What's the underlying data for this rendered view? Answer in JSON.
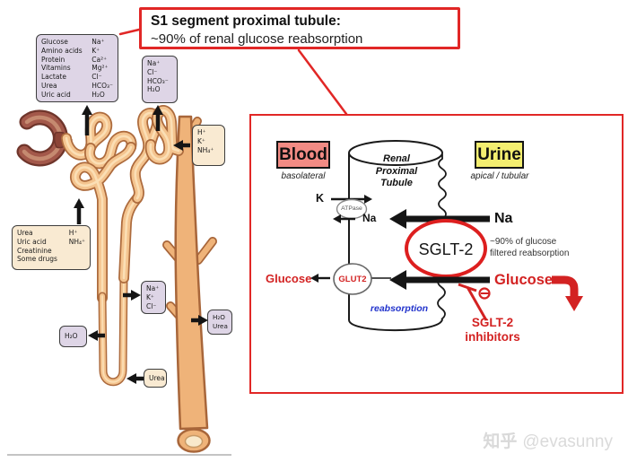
{
  "colors": {
    "accent_red": "#e12726",
    "blood_pink": "#f28b84",
    "urine_yellow": "#f3ee70",
    "box_purple": "#ded5e6",
    "box_tan": "#f9ead2",
    "tubule_tan": "#f4c48f",
    "reabsorption_blue": "#2233cc",
    "watermark_gray": "#d9d9d9"
  },
  "title_box": {
    "line1": "S1 segment proximal tubule:",
    "line2": "~90% of renal glucose reabsorption"
  },
  "nephron": {
    "box_pct": {
      "left": [
        "Glucose",
        "Amino acids",
        "Protein",
        "Vitamins",
        "Lactate",
        "Urea",
        "Uric acid"
      ],
      "right": [
        "Na⁺",
        "K⁺",
        "Ca²⁺",
        "Mg²⁺",
        "Cl⁻",
        "HCO₃⁻",
        "H₂O"
      ]
    },
    "box_na_cl": {
      "lines": [
        "Na⁺",
        "Cl⁻",
        "HCO₃⁻",
        "H₂O"
      ]
    },
    "box_h_k_nh4": {
      "lines": [
        "H⁺",
        "K⁺",
        "NH₄⁺"
      ]
    },
    "box_secretion": {
      "left": [
        "Urea",
        "Uric acid",
        "Creatinine",
        "Some drugs"
      ],
      "right": [
        "H⁺",
        "NH₄⁺"
      ]
    },
    "box_na_k_cl": {
      "lines": [
        "Na⁺",
        "K⁺",
        "Cl⁻"
      ]
    },
    "box_h2o": {
      "lines": [
        "H₂O"
      ]
    },
    "box_h2o_urea": {
      "lines": [
        "H₂O",
        "Urea"
      ]
    },
    "box_urea": {
      "lines": [
        "Urea"
      ]
    }
  },
  "panel": {
    "blood_label": "Blood",
    "blood_sub": "basolateral",
    "urine_label": "Urine",
    "urine_sub": "apical / tubular",
    "tubule_label": [
      "Renal",
      "Proximal",
      "Tubule"
    ],
    "k_label": "K",
    "atpase_label": "ATPase",
    "na_inner": "Na",
    "na_outer": "Na",
    "sglt2_label": "SGLT-2",
    "pct_note_1": "~90% of glucose",
    "pct_note_2": "filtered reabsorption",
    "glut2_label": "GLUT2",
    "glucose_inner": "Glucose",
    "glucose_outer": "Glucose",
    "reabsorption_label": "reabsorption",
    "inhibitors_1": "SGLT-2",
    "inhibitors_2": "inhibitors"
  },
  "watermark": {
    "brand": "知乎",
    "handle": "@evasunny"
  }
}
